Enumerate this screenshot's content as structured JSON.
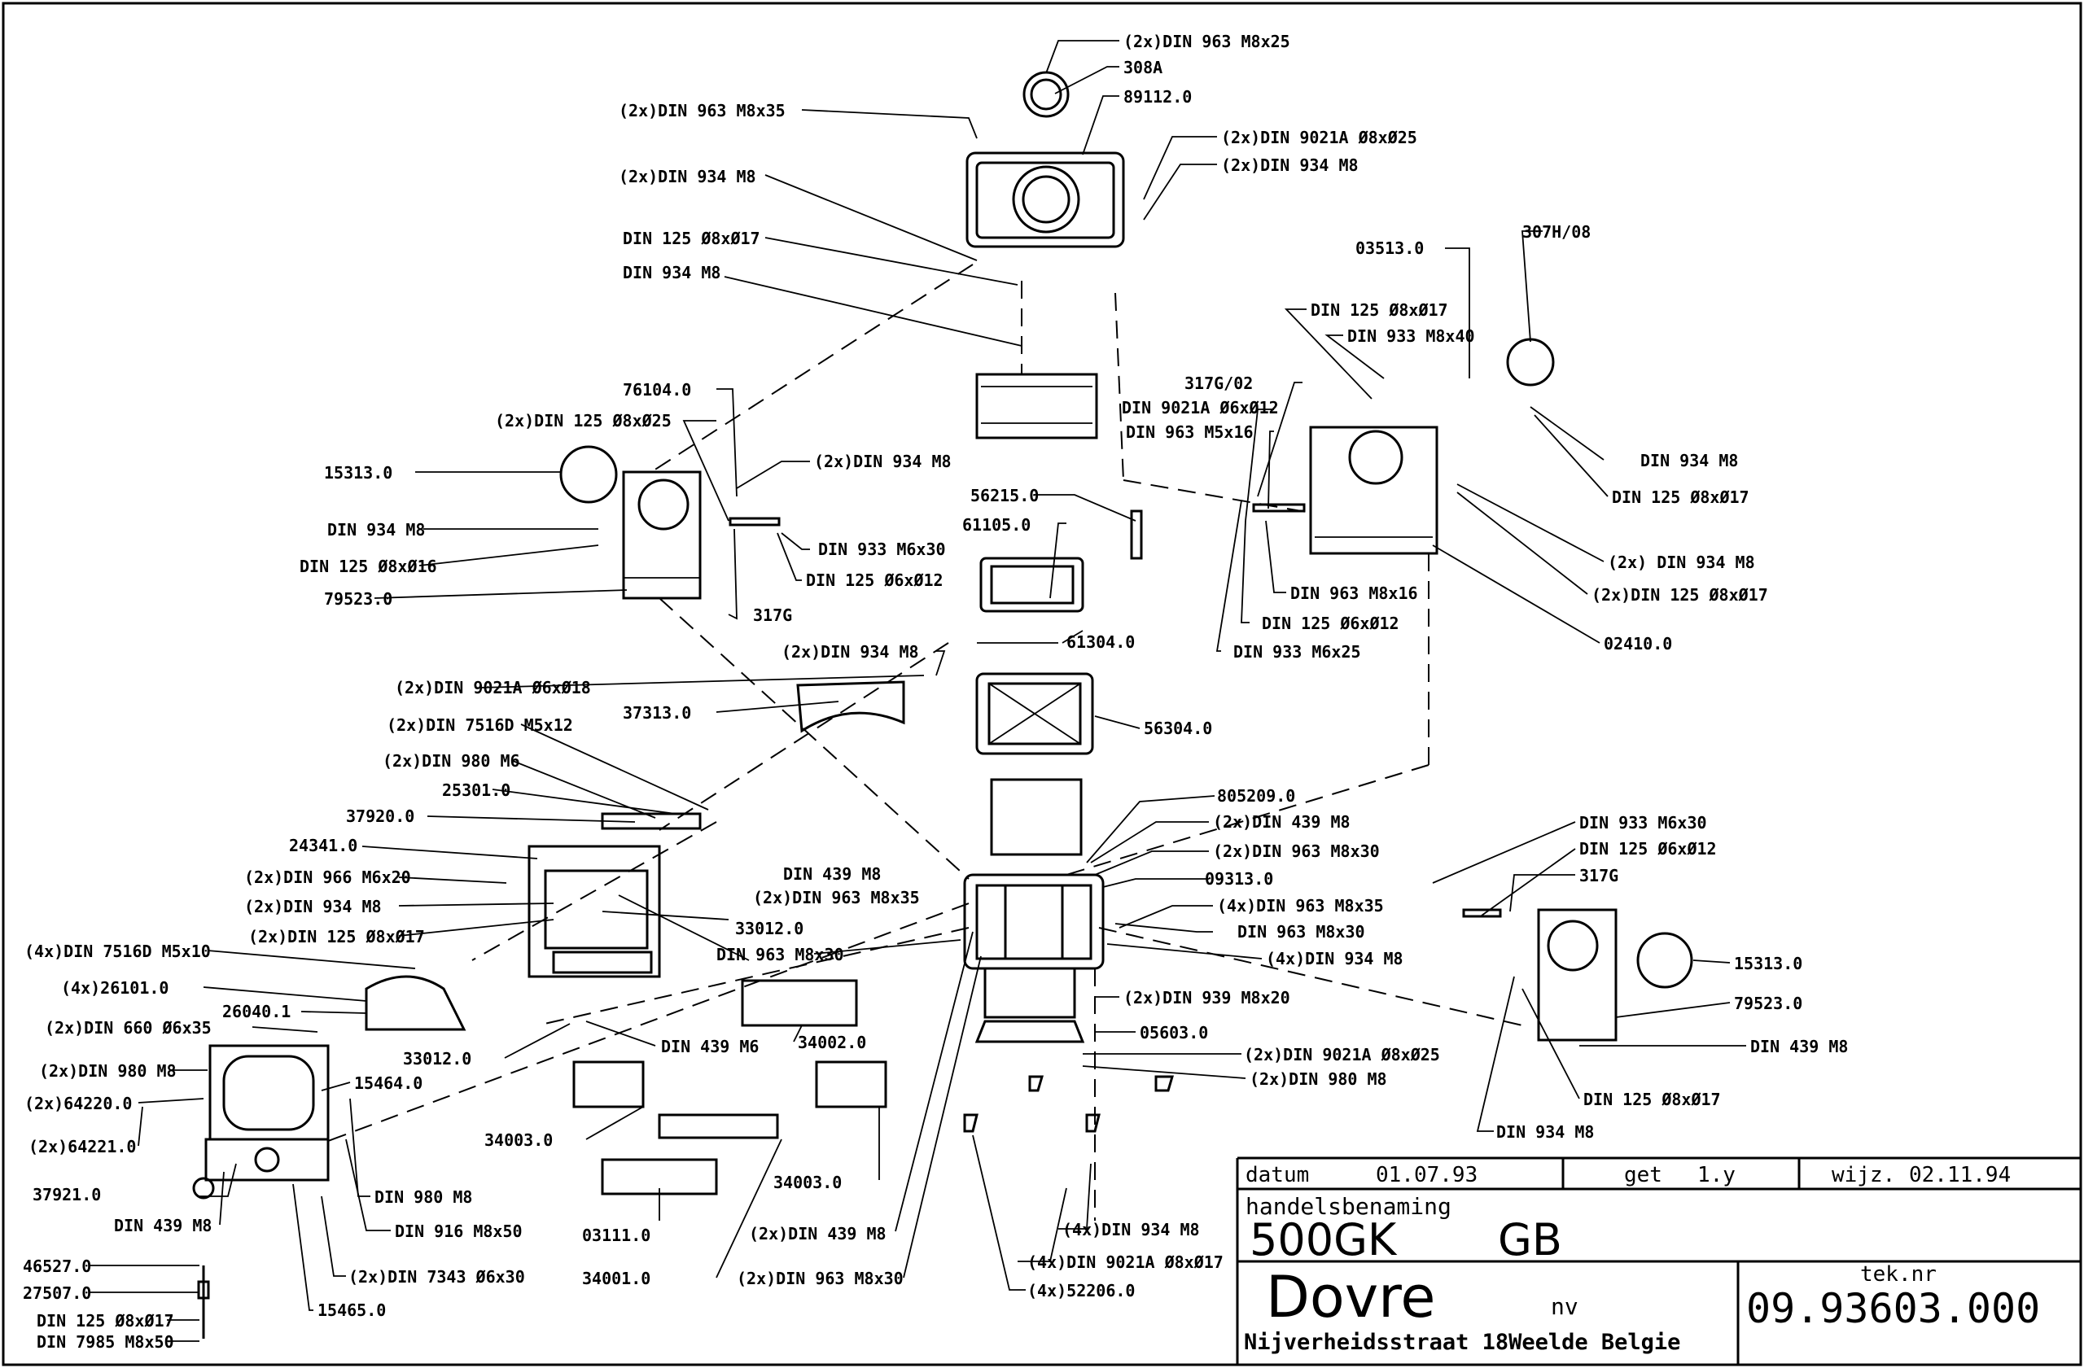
{
  "labels": {
    "l01": "(2x)DIN 963 M8x25",
    "l02": "308A",
    "l03": "89112.0",
    "l04": "(2x)DIN 963 M8x35",
    "l05": "(2x)DIN 9021A Ø8xØ25",
    "l06": "(2x)DIN 934 M8",
    "l07": "(2x)DIN 934 M8",
    "l08": "DIN 125 Ø8xØ17",
    "l09": "DIN 934 M8",
    "l10": "03513.0",
    "l11": "307H/08",
    "l12": "DIN 125 Ø8xØ17",
    "l13": "DIN 933 M8x40",
    "l14": "317G/02",
    "l15": "DIN 9021A Ø6xØ12",
    "l16": "DIN 963 M5x16",
    "l17": "76104.0",
    "l18": "(2x)DIN 125 Ø8xØ25",
    "l19": "(2x)DIN 934 M8",
    "l20": "15313.0",
    "l21": "DIN 934 M8",
    "l22": "DIN 125 Ø8xØ16",
    "l23": "79523.0",
    "l24": "DIN 933 M6x30",
    "l25": "DIN 125 Ø6xØ12",
    "l26": "317G",
    "l27": "56215.0",
    "l28": "61105.0",
    "l29": "DIN 934 M8",
    "l30": "DIN 125 Ø8xØ17",
    "l31": "(2x) DIN 934 M8",
    "l32": "(2x)DIN 125 Ø8xØ17",
    "l33": "02410.0",
    "l34": "DIN 963 M8x16",
    "l35": "DIN 125 Ø6xØ12",
    "l36": "DIN 933 M6x25",
    "l37": "(2x)DIN 934 M8",
    "l38": "61304.0",
    "l39": "(2x)DIN 9021A Ø6xØ18",
    "l40": "37313.0",
    "l41": "56304.0",
    "l42": "(2x)DIN 7516D M5x12",
    "l43": "(2x)DIN 980 M6",
    "l44": "25301.0",
    "l45": "37920.0",
    "l46": "24341.0",
    "l47": "805209.0",
    "l48": "(2x)DIN 439 M8",
    "l49": "(2x)DIN 963 M8x30",
    "l50": "09313.0",
    "l51": "(4x)DIN 963 M8x35",
    "l52": "DIN 963 M8x30",
    "l53": "(4x)DIN 934 M8",
    "l54": "(2x)DIN 966 M6x20",
    "l55": "DIN 439 M8",
    "l56": "(2x)DIN 963 M8x35",
    "l57": "(2x)DIN 934 M8",
    "l58": "(2x)DIN 125 Ø8xØ17",
    "l59": "33012.0",
    "l60": "DIN 963 M8x30",
    "l61": "(4x)DIN 7516D M5x10",
    "l62": "(4x)26101.0",
    "l63": "26040.1",
    "l64": "(2x)DIN 660 Ø6x35",
    "l65": "(2x)DIN 980 M8",
    "l66": "15464.0",
    "l67": "(2x)64220.0",
    "l68": "(2x)64221.0",
    "l69": "33012.0",
    "l70": "DIN 439 M6",
    "l71": "34002.0",
    "l72": "(2x)DIN 939 M8x20",
    "l73": "05603.0",
    "l74": "(2x)DIN 9021A Ø8xØ25",
    "l75": "(2x)DIN 980 M8",
    "l76": "DIN 933 M6x30",
    "l77": "DIN 125 Ø6xØ12",
    "l78": "317G",
    "l79": "15313.0",
    "l80": "79523.0",
    "l81": "DIN 439 M8",
    "l82": "DIN 125 Ø8xØ17",
    "l83": "DIN 934 M8",
    "l84": "34003.0",
    "l85": "34003.0",
    "l86": "DIN 980 M8",
    "l87": "37921.0",
    "l88": "DIN 439 M8",
    "l89": "DIN 916 M8x50",
    "l90": "03111.0",
    "l91": "(2x)DIN 439 M8",
    "l92": "(4x)DIN 934 M8",
    "l93": "(2x)DIN 7343 Ø6x30",
    "l94": "34001.0",
    "l95": "(2x)DIN 963 M8x30",
    "l96": "(4x)DIN 9021A Ø8xØ17",
    "l97": "(4x)52206.0",
    "l98": "46527.0",
    "l99": "27507.0",
    "l100": "DIN 125 Ø8xØ17",
    "l101": "DIN 7985 M8x50",
    "l102": "15465.0"
  },
  "title_block": {
    "datum_label": "datum",
    "datum_value": "01.07.93",
    "get_label": "get",
    "get_value": "1.y",
    "wijz_label": "wijz.",
    "wijz_value": "02.11.94",
    "handelsbenaming_label": "handelsbenaming",
    "model": "500GK",
    "model_suffix": "GB",
    "company": "Dovre",
    "company_suffix": "nv",
    "address": "Nijverheidsstraat 18Weelde Belgie",
    "tek_nr_label": "tek.nr",
    "tek_nr_value": "09.93603.000"
  }
}
